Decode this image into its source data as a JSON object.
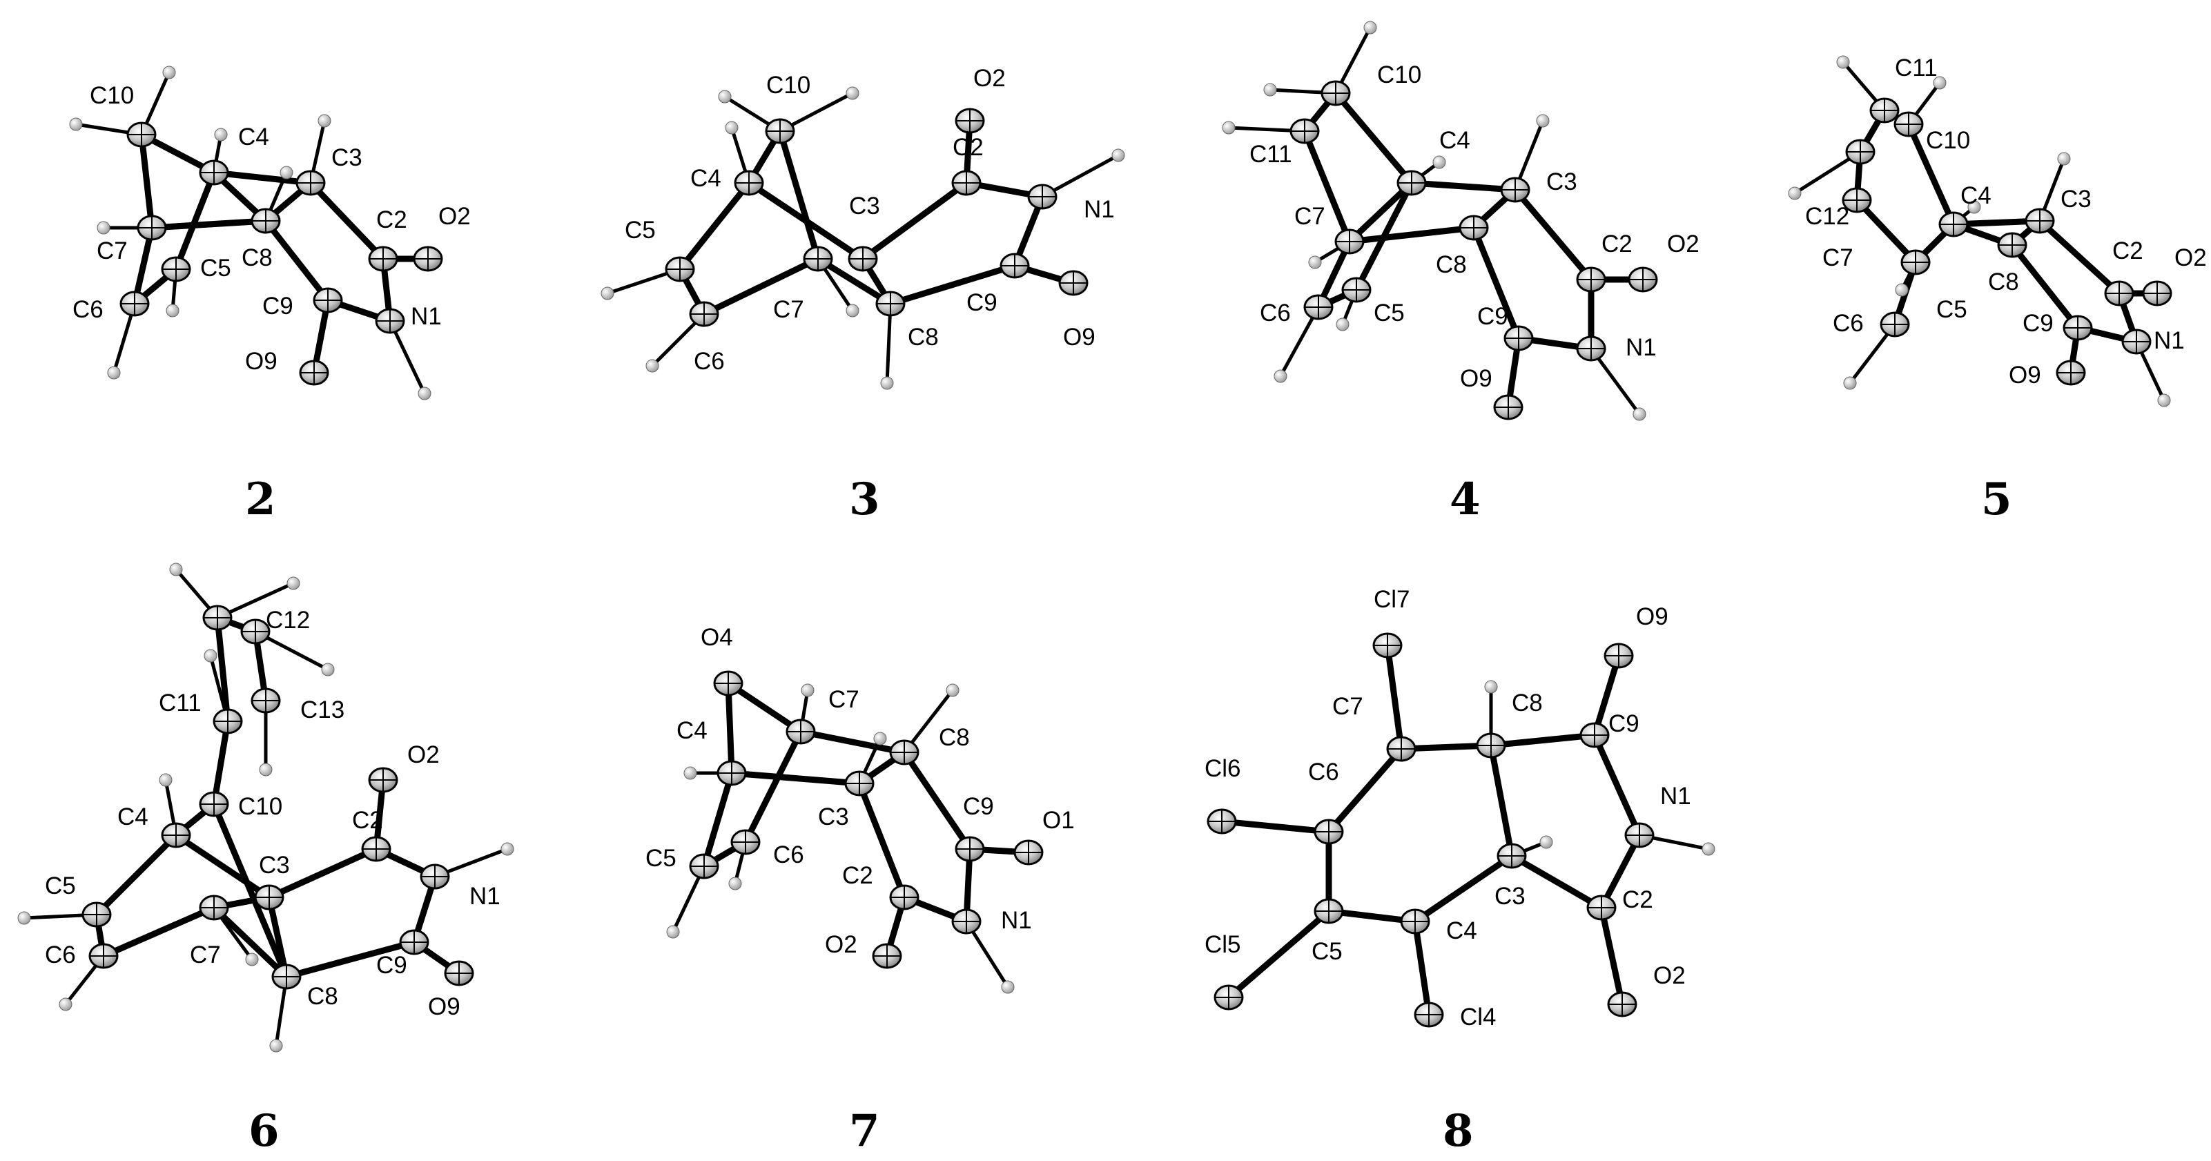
{
  "figure": {
    "panels": [
      {
        "label": "2",
        "atoms": [
          "C10",
          "C4",
          "C3",
          "C2",
          "O2",
          "C7",
          "C5",
          "C8",
          "C6",
          "C9",
          "N1",
          "O9"
        ]
      },
      {
        "label": "3",
        "atoms": [
          "C10",
          "O2",
          "C2",
          "N1",
          "C4",
          "C3",
          "C5",
          "C7",
          "C9",
          "C8",
          "C6",
          "O9"
        ]
      },
      {
        "label": "4",
        "atoms": [
          "C10",
          "C11",
          "C4",
          "C3",
          "C7",
          "C2",
          "O2",
          "C8",
          "C9",
          "C6",
          "C5",
          "N1",
          "O9"
        ]
      },
      {
        "label": "5",
        "atoms": [
          "C11",
          "C10",
          "C3",
          "C4",
          "C12",
          "C2",
          "O2",
          "C7",
          "C8",
          "C6",
          "C5",
          "C9",
          "N1",
          "O9"
        ]
      },
      {
        "label": "6",
        "atoms": [
          "C12",
          "C11",
          "C13",
          "O2",
          "C4",
          "C10",
          "C2",
          "C5",
          "C3",
          "N1",
          "C6",
          "C7",
          "C9",
          "C8",
          "O9"
        ]
      },
      {
        "label": "7",
        "atoms": [
          "O4",
          "C7",
          "C4",
          "C8",
          "C9",
          "O1",
          "C3",
          "C6",
          "C5",
          "C2",
          "N1",
          "O2"
        ]
      },
      {
        "label": "8",
        "atoms": [
          "Cl7",
          "O9",
          "C7",
          "C8",
          "C9",
          "Cl6",
          "C6",
          "N1",
          "C3",
          "C2",
          "Cl5",
          "C5",
          "C4",
          "Cl4",
          "O2"
        ]
      }
    ]
  }
}
